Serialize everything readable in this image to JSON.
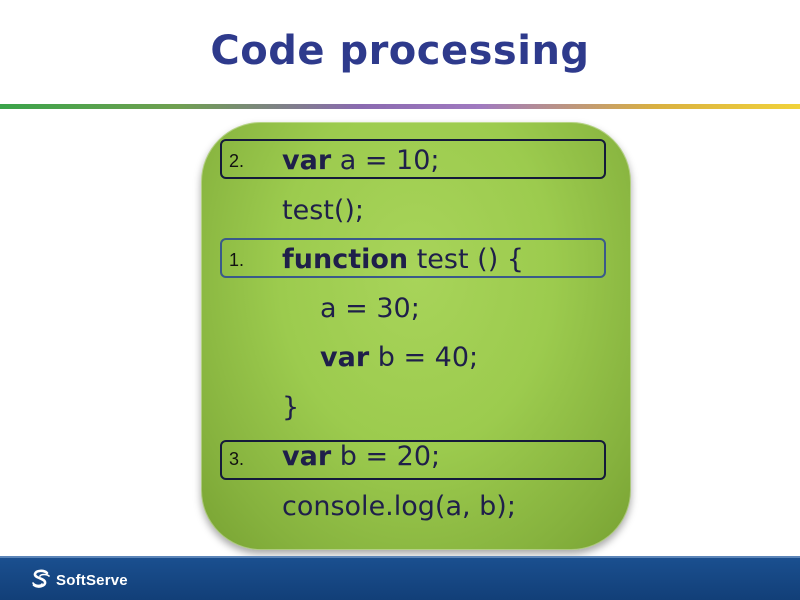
{
  "slide": {
    "title": "Code processing"
  },
  "code": {
    "lines": [
      {
        "keyword": "var",
        "rest": " a = 10;"
      },
      {
        "keyword": "",
        "rest": "test();"
      },
      {
        "keyword": "function",
        "rest": " test () {"
      },
      {
        "keyword": "",
        "rest": "a = 30;"
      },
      {
        "keyword": "var",
        "rest": " b = 40;"
      },
      {
        "keyword": "",
        "rest": "}"
      },
      {
        "keyword": "var",
        "rest": " b = 20;"
      },
      {
        "keyword": "",
        "rest": "console.log(a, b);"
      }
    ],
    "highlights": [
      {
        "label": "2."
      },
      {
        "label": "1."
      },
      {
        "label": "3."
      }
    ]
  },
  "footer": {
    "logo_text": "SoftServe",
    "logo_icon": "softserve-logo-icon"
  },
  "colors": {
    "title": "#2e3a8c",
    "panel": "#9ccb4e",
    "footer": "#1a4f8f",
    "code_text": "#1f1f4a"
  }
}
